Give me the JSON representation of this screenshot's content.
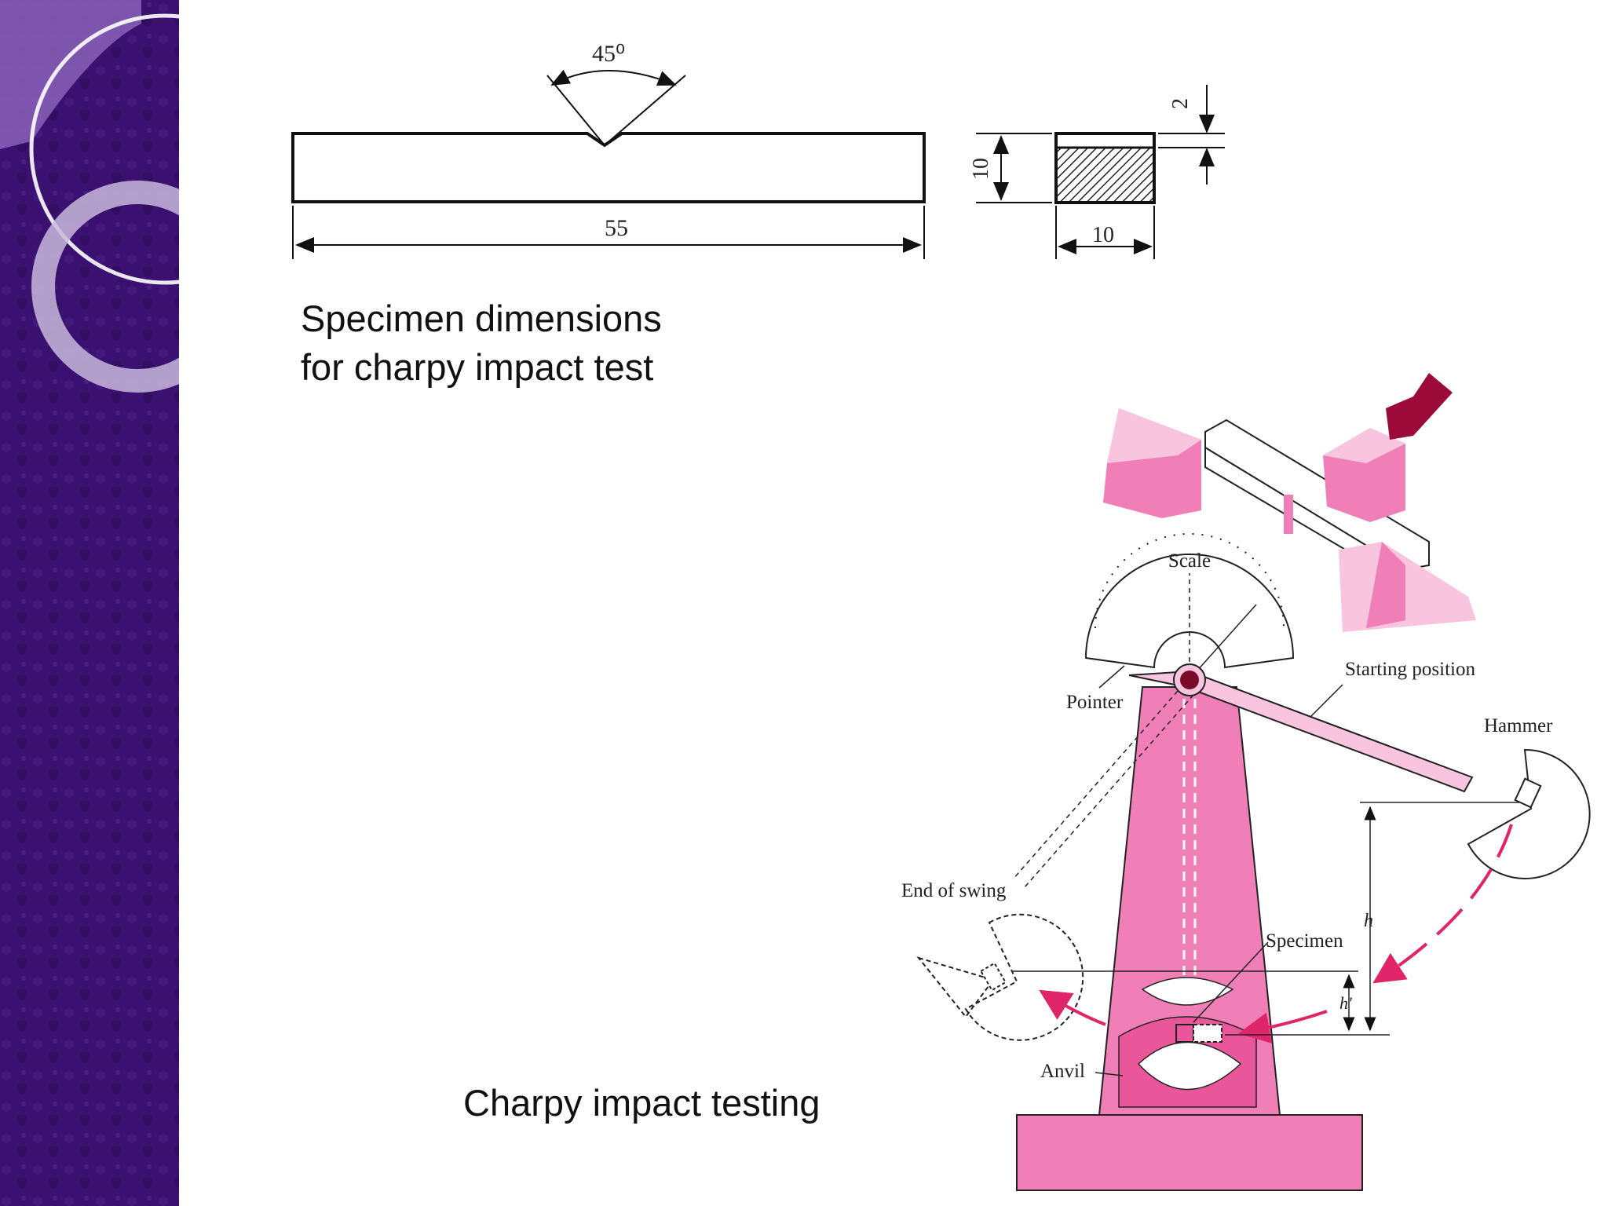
{
  "specimen_drawing": {
    "notch_angle": "45⁰",
    "length": "55",
    "height": "10",
    "width": "10",
    "notch_depth": "2"
  },
  "caption_specimen": {
    "line1": "Specimen dimensions",
    "line2": "for charpy impact test"
  },
  "caption_charpy": "Charpy impact testing",
  "machine_labels": {
    "scale": "Scale",
    "pointer": "Pointer",
    "starting_position": "Starting position",
    "hammer": "Hammer",
    "end_of_swing": "End of swing",
    "specimen": "Specimen",
    "anvil": "Anvil",
    "h": "h",
    "h_prime": "h'"
  },
  "colors": {
    "sidebar": "#3a1170",
    "machine_pink": "#f07fb8",
    "machine_light": "#f8c4de",
    "arrow_red": "#e0246a",
    "pivot": "#7a0a2a"
  }
}
